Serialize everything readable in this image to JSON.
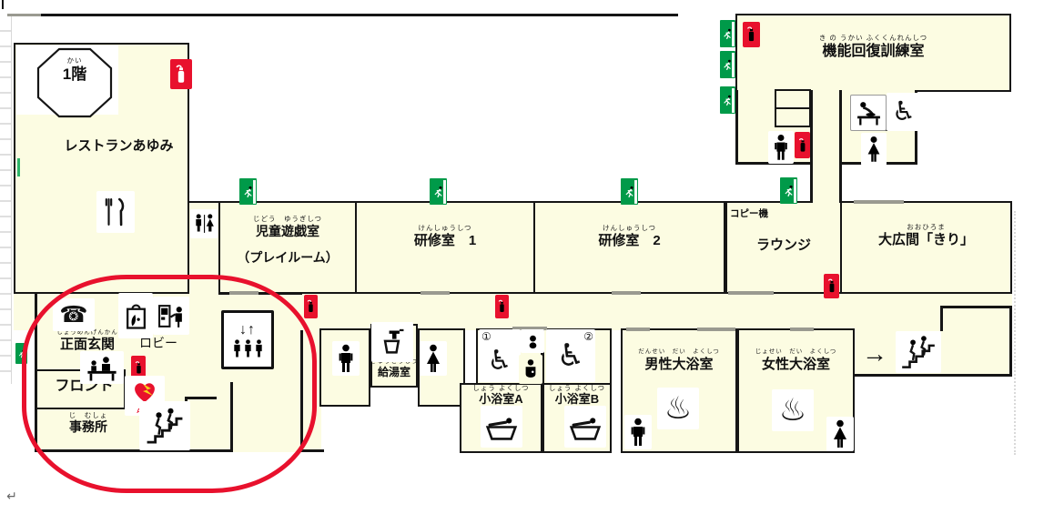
{
  "page": {
    "floor_furigana": "かい",
    "floor_label": "1階",
    "return_mark": "↵"
  },
  "rooms": {
    "restaurant": {
      "label": "レストランあゆみ"
    },
    "playroom": {
      "furigana": "じどう　ゆうぎしつ",
      "label": "児童遊戯室",
      "label2": "（プレイルーム）"
    },
    "training1": {
      "furigana": "けんしゅうしつ",
      "label": "研修室　1"
    },
    "training2": {
      "furigana": "けんしゅうしつ",
      "label": "研修室　2"
    },
    "rehab": {
      "furigana": "き の うかい ふくくんれんしつ",
      "label": "機能回復訓練室"
    },
    "lounge": {
      "label": "ラウンジ"
    },
    "copier": {
      "label": "コピー機"
    },
    "hall": {
      "furigana": "おおひろま",
      "label": "大広間「きり」"
    },
    "entrance": {
      "furigana": "しょうめんげんかん",
      "label": "正面玄関"
    },
    "lobby": {
      "label": "ロビー"
    },
    "front_desk": {
      "label": "フロント"
    },
    "office": {
      "furigana": "じ　むしょ",
      "label": "事務所"
    },
    "kitchenette": {
      "furigana": "きゅうとうしつ",
      "label": "給湯室"
    },
    "small_bath_a": {
      "furigana": "しょう よくしつ",
      "label": "小浴室A"
    },
    "small_bath_b": {
      "furigana": "しょう よくしつ",
      "label": "小浴室B"
    },
    "mens_bath": {
      "furigana": "だんせい　だい　よくしつ",
      "label": "男性大浴室"
    },
    "womens_bath": {
      "furigana": "じょせい　だい　よくしつ",
      "label": "女性大浴室"
    }
  },
  "icons": {
    "phone": "☎",
    "wheelchair": "♿",
    "hot_spring": "♨",
    "elevator_arrows": "↓↑",
    "arrow_right": "→",
    "accessible_1": "①",
    "accessible_2": "②",
    "aed_label": "AED"
  },
  "colors": {
    "room_fill": "#FCFCE2",
    "wall": "#151515",
    "exit_green": "#009A49",
    "alarm_red": "#E8112D",
    "highlight_oval": "#E8112D",
    "door_gray": "#9A9A90"
  }
}
